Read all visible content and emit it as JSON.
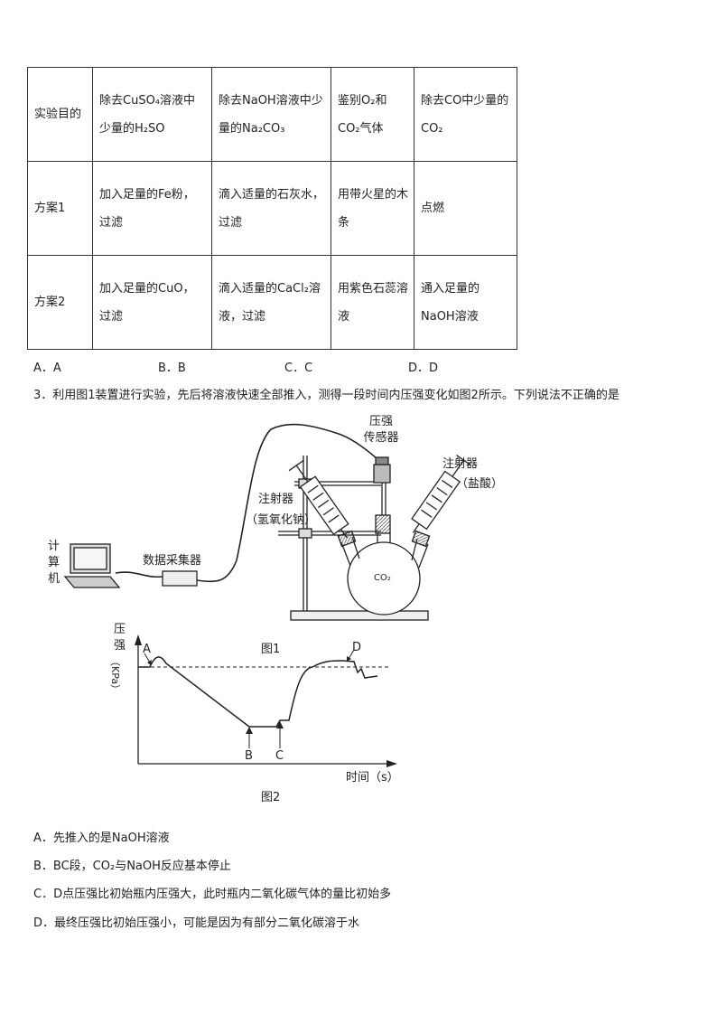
{
  "table": {
    "rows": [
      [
        "实验目的",
        "除去CuSO₄溶液中少量的H₂SO",
        "除去NaOH溶液中少量的Na₂CO₃",
        "鉴别O₂和CO₂气体",
        "除去CO中少量的CO₂"
      ],
      [
        "方案1",
        "加入足量的Fe粉，过滤",
        "滴入适量的石灰水，过滤",
        "用带火星的木条",
        "点燃"
      ],
      [
        "方案2",
        "加入足量的CuO，过滤",
        "滴入适量的CaCl₂溶液，过滤",
        "用紫色石蕊溶液",
        "通入足量的NaOH溶液"
      ]
    ]
  },
  "q2_options": [
    "A．A",
    "B．B",
    "C．C",
    "D．D"
  ],
  "q3": {
    "stem": "3．利用图1装置进行实验，先后将溶液快速全部推入，测得一段时间内压强变化如图2所示。下列说法不正确的是",
    "fig1": {
      "pressure_sensor": [
        "压强",
        "传感器"
      ],
      "syringe_right": [
        "注射器",
        "（盐酸）"
      ],
      "syringe_left": [
        "注射器",
        "（氢氧化钠）"
      ],
      "computer": [
        "计",
        "算",
        "机"
      ],
      "collector": "数据采集器",
      "flask_gas": "CO₂",
      "caption": "图1"
    },
    "fig2": {
      "ylabel": [
        "压",
        "强",
        "（KPa）"
      ],
      "xlabel": "时间（s）",
      "caption": "图2",
      "points": [
        "A",
        "B",
        "C",
        "D"
      ]
    },
    "answers": [
      "A．先推入的是NaOH溶液",
      "B．BC段，CO₂与NaOH反应基本停止",
      "C．D点压强比初始瓶内压强大，此时瓶内二氧化碳气体的量比初始多",
      "D．最终压强比初始压强小，可能是因为有部分二氧化碳溶于水"
    ]
  }
}
